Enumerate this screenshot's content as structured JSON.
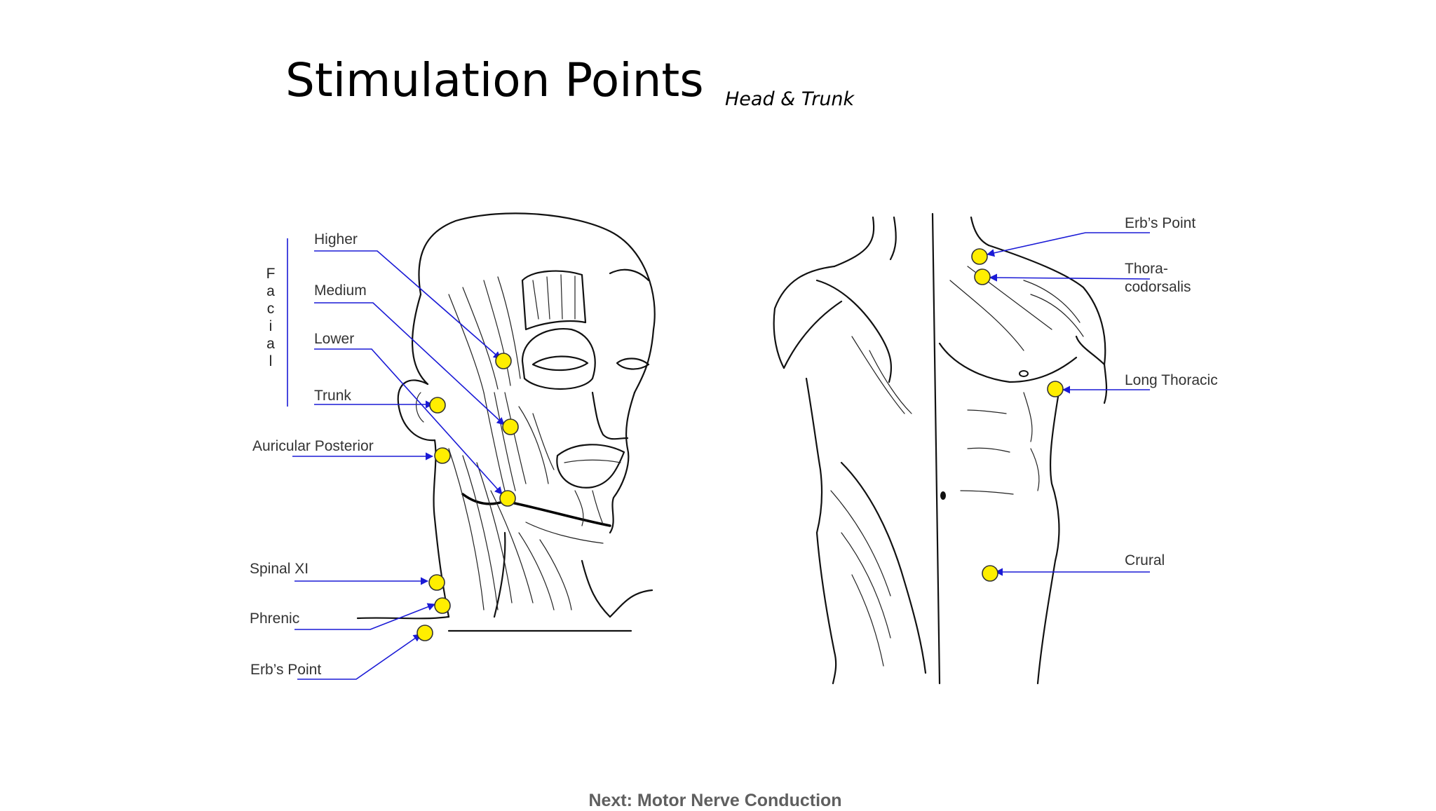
{
  "title": "Stimulation Points",
  "subtitle": "Head & Trunk",
  "footer": "Next: Motor Nerve Conduction",
  "head": {
    "group_label": [
      "F",
      "a",
      "c",
      "i",
      "a",
      "l"
    ],
    "labels": {
      "higher": "Higher",
      "medium": "Medium",
      "lower": "Lower",
      "trunk": "Trunk",
      "auricular_posterior": "Auricular Posterior",
      "spinal_xi": "Spinal XI",
      "phrenic": "Phrenic",
      "erbs_point": "Erb’s Point"
    }
  },
  "trunk": {
    "labels": {
      "erbs_point": "Erb’s Point",
      "thoracodorsalis_line1": "Thora-",
      "thoracodorsalis_line2": "codorsalis",
      "long_thoracic": "Long Thoracic",
      "crural": "Crural"
    }
  },
  "colors": {
    "marker_fill": "#ffee00",
    "leader_line": "#1a1ad6",
    "footer_text": "#5f5f5f"
  }
}
